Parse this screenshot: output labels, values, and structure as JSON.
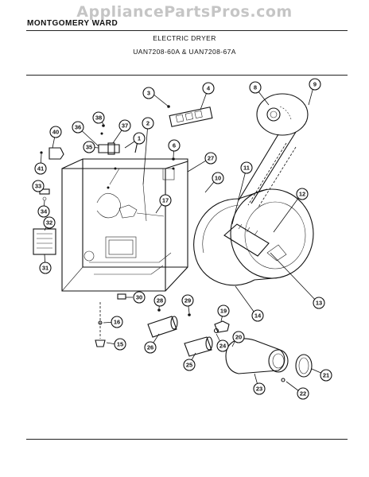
{
  "header": {
    "watermark": "AppliancePartsPros.com",
    "brand": "MONTGOMERY WARD",
    "title": "ELECTRIC DRYER",
    "models": "UAN7208-60A & UAN7208-67A"
  },
  "callouts": [
    "1",
    "2",
    "3",
    "4",
    "6",
    "8",
    "9",
    "10",
    "11",
    "12",
    "13",
    "14",
    "15",
    "16",
    "17",
    "19",
    "20",
    "21",
    "22",
    "23",
    "24",
    "25",
    "26",
    "27",
    "28",
    "29",
    "30",
    "31",
    "32",
    "33",
    "34",
    "35",
    "36",
    "37",
    "38",
    "40",
    "41"
  ]
}
